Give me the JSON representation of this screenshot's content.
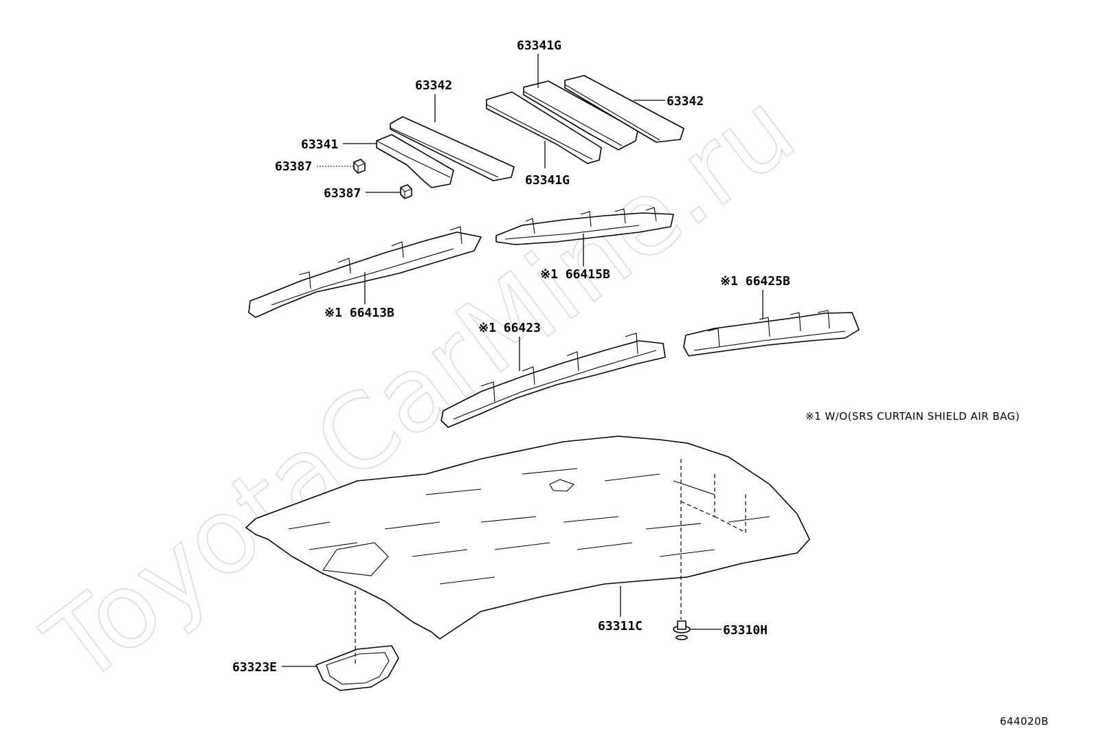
{
  "watermark": "ToyotaCarMine.ru",
  "labels": {
    "p63341g_top": "63341G",
    "p63342_left": "63342",
    "p63342_right": "63342",
    "p63341": "63341",
    "p63387_a": "63387",
    "p63387_b": "63387",
    "p63341g_bottom": "63341G",
    "p66415b": "※1 66415B",
    "p66413b": "※1 66413B",
    "p66425b": "※1 66425B",
    "p66423": "※1 66423",
    "p63311c": "63311C",
    "p63310h": "63310H",
    "p63323e": "63323E"
  },
  "note": "※1 W/O(SRS CURTAIN SHIELD AIR BAG)",
  "figure_id": "644020B"
}
